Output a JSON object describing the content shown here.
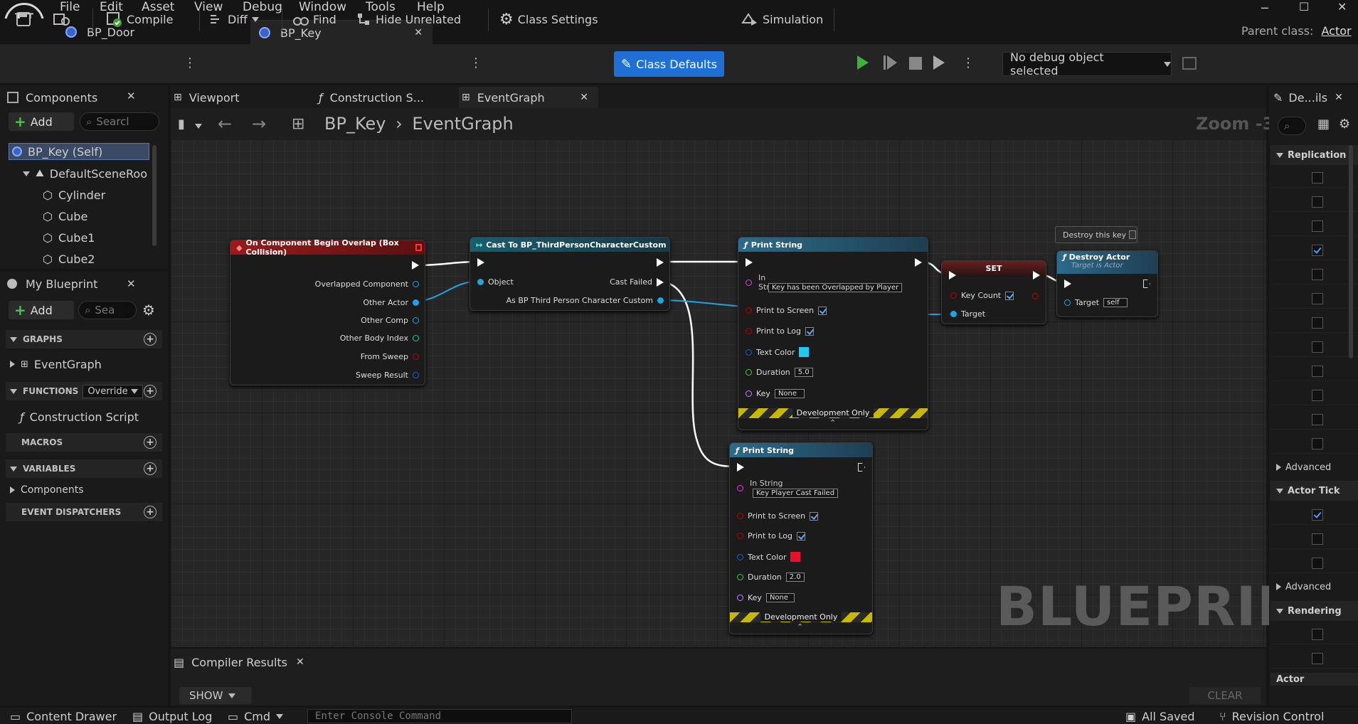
{
  "menu": [
    "File",
    "Edit",
    "Asset",
    "View",
    "Debug",
    "Window",
    "Tools",
    "Help"
  ],
  "tabs": [
    {
      "label": "BP_Door"
    },
    {
      "label": "BP_Key"
    }
  ],
  "parent_class": {
    "label": "Parent class:",
    "value": "Actor"
  },
  "toolbar": {
    "compile": "Compile",
    "diff": "Diff",
    "find": "Find",
    "hide_unrelated": "Hide Unrelated",
    "class_settings": "Class Settings",
    "class_defaults": "Class Defaults",
    "simulation": "Simulation",
    "debug_object": "No debug object selected"
  },
  "components_panel": {
    "title": "Components",
    "add": "Add",
    "search_placeholder": "Searcl",
    "items": [
      "BP_Key (Self)",
      "DefaultSceneRoo",
      "Cylinder",
      "Cube",
      "Cube1",
      "Cube2"
    ]
  },
  "my_blueprint": {
    "title": "My Blueprint",
    "add": "Add",
    "search_placeholder": "Sea",
    "graphs": "GRAPHS",
    "event_graph": "EventGraph",
    "functions": "FUNCTIONS",
    "override": "Override",
    "construction_script": "Construction Script",
    "macros": "MACROS",
    "variables": "VARIABLES",
    "components": "Components",
    "event_dispatchers": "EVENT DISPATCHERS"
  },
  "graph_tabs": [
    "Viewport",
    "Construction S...",
    "EventGraph"
  ],
  "breadcrumb": {
    "root": "BP_Key",
    "graph": "EventGraph"
  },
  "zoom": "Zoom -3",
  "watermark": "BLUEPRINT",
  "nodes": {
    "overlap": {
      "title": "On Component Begin Overlap (Box Collision)",
      "pins": [
        "Overlapped Component",
        "Other Actor",
        "Other Comp",
        "Other Body Index",
        "From Sweep",
        "Sweep Result"
      ]
    },
    "cast": {
      "title": "Cast To BP_ThirdPersonCharacterCustom",
      "object": "Object",
      "cast_failed": "Cast Failed",
      "as": "As BP Third Person Character Custom"
    },
    "print1": {
      "title": "Print String",
      "in_string": "In String",
      "value": "Key has been Overlapped by Player",
      "print_screen": "Print to Screen",
      "print_log": "Print to Log",
      "text_color": "Text Color",
      "duration": "Duration",
      "duration_val": "5.0",
      "key": "Key",
      "key_val": "None",
      "dev": "Development Only",
      "color": "#1ec8f0"
    },
    "print2": {
      "title": "Print String",
      "in_string": "In String",
      "value": "Key Player Cast Failed",
      "print_screen": "Print to Screen",
      "print_log": "Print to Log",
      "text_color": "Text Color",
      "duration": "Duration",
      "duration_val": "2.0",
      "key": "Key",
      "key_val": "None",
      "dev": "Development Only",
      "color": "#e8102a"
    },
    "set": {
      "title": "SET",
      "key_count": "Key Count",
      "target": "Target"
    },
    "destroy": {
      "title": "Destroy Actor",
      "subtitle": "Target is Actor",
      "target": "Target",
      "target_val": "self",
      "comment": "Destroy this key"
    }
  },
  "details": {
    "title": "De...ils",
    "replication": "Replication",
    "advanced": "Advanced",
    "actor_tick": "Actor Tick",
    "rendering": "Rendering",
    "actor": "Actor"
  },
  "compiler": {
    "title": "Compiler Results",
    "show": "SHOW",
    "clear": "CLEAR"
  },
  "statusbar": {
    "content_drawer": "Content Drawer",
    "output_log": "Output Log",
    "cmd": "Cmd",
    "console_placeholder": "Enter Console Command",
    "all_saved": "All Saved",
    "revision_control": "Revision Control"
  }
}
